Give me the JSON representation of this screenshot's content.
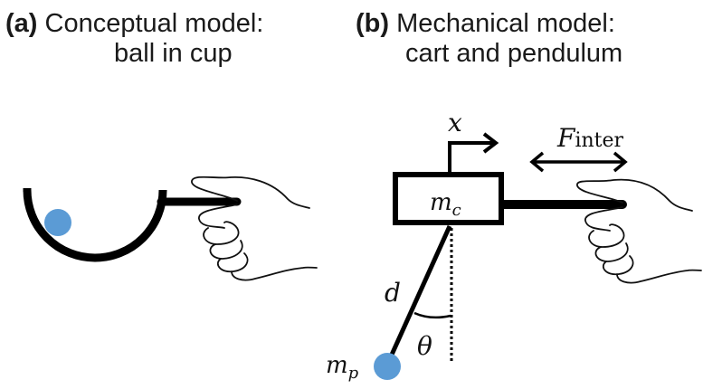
{
  "panel_a": {
    "tag": "(a)",
    "title_line1": "Conceptual model:",
    "title_line2": "ball in cup"
  },
  "panel_b": {
    "tag": "(b)",
    "title_line1": "Mechanical model:",
    "title_line2": "cart and pendulum",
    "labels": {
      "x": "x",
      "force_main": "F",
      "force_sub": "inter",
      "cart_mass_main": "m",
      "cart_mass_sub": "c",
      "length": "d",
      "angle": "θ",
      "pendulum_mass_main": "m",
      "pendulum_mass_sub": "p"
    }
  },
  "colors": {
    "ball": "#5b9bd5",
    "stroke": "#000000"
  }
}
